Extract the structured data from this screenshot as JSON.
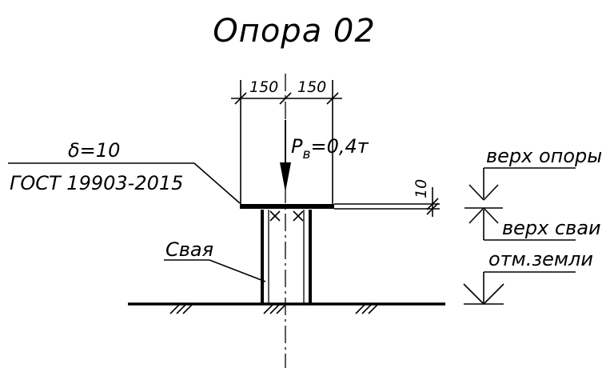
{
  "title": "Опора 02",
  "dimensions": {
    "left_width": "150",
    "right_width": "150",
    "plate_thickness": "10"
  },
  "load": {
    "symbol": "P",
    "subscript": "в",
    "value": "=0,4т"
  },
  "plate_note": {
    "line1": "δ=10",
    "line2": "ГОСТ 19903-2015"
  },
  "pile_label": "Свая",
  "elevations": {
    "top_support": "верх опоры",
    "top_pile": "верх сваи",
    "ground_level": "отм.земли"
  }
}
